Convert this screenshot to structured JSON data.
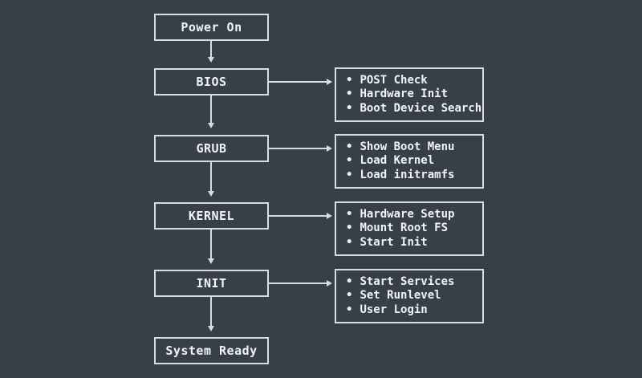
{
  "canvas": {
    "background_color": "#374049",
    "line_color": "#d9dcdf",
    "text_color": "#f2f4f5"
  },
  "flow": {
    "bullet": "•",
    "nodes": [
      {
        "id": "power-on",
        "label": "Power On"
      },
      {
        "id": "bios",
        "label": "BIOS",
        "details": [
          "POST Check",
          "Hardware Init",
          "Boot Device Search"
        ]
      },
      {
        "id": "grub",
        "label": "GRUB",
        "details": [
          "Show Boot Menu",
          "Load Kernel",
          "Load initramfs"
        ]
      },
      {
        "id": "kernel",
        "label": "KERNEL",
        "details": [
          "Hardware Setup",
          "Mount Root FS",
          "Start Init"
        ]
      },
      {
        "id": "init",
        "label": "INIT",
        "details": [
          "Start Services",
          "Set Runlevel",
          "User Login"
        ]
      },
      {
        "id": "system-ready",
        "label": "System Ready"
      }
    ]
  }
}
